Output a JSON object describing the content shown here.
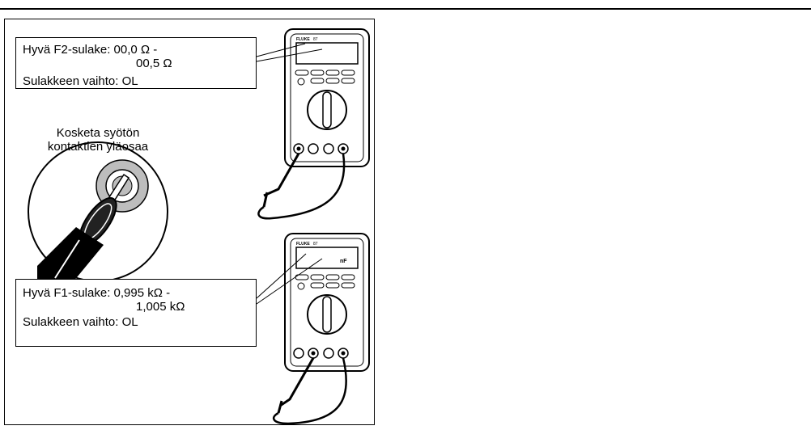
{
  "figure": {
    "top_callout": {
      "line1": "Hyvä F2-sulake: 00,0 Ω  -",
      "line2": "00,5 Ω",
      "line3": "Sulakkeen vaihto: OL"
    },
    "zoom_callout": {
      "line1": "Kosketa syötön",
      "line2": "kontaktien yläosaa"
    },
    "bottom_callout": {
      "line1": "Hyvä F1-sulake: 0,995 kΩ  -",
      "line2": "1,005 kΩ",
      "line3": "Sulakkeen vaihto: OL"
    },
    "meter_top": {
      "brand": "FLUKE",
      "model": "87"
    },
    "meter_bottom": {
      "brand": "FLUKE",
      "model": "87",
      "display_unit": "nF"
    }
  },
  "colors": {
    "ink": "#000000",
    "paper": "#ffffff",
    "shade": "#bdbdbd"
  }
}
